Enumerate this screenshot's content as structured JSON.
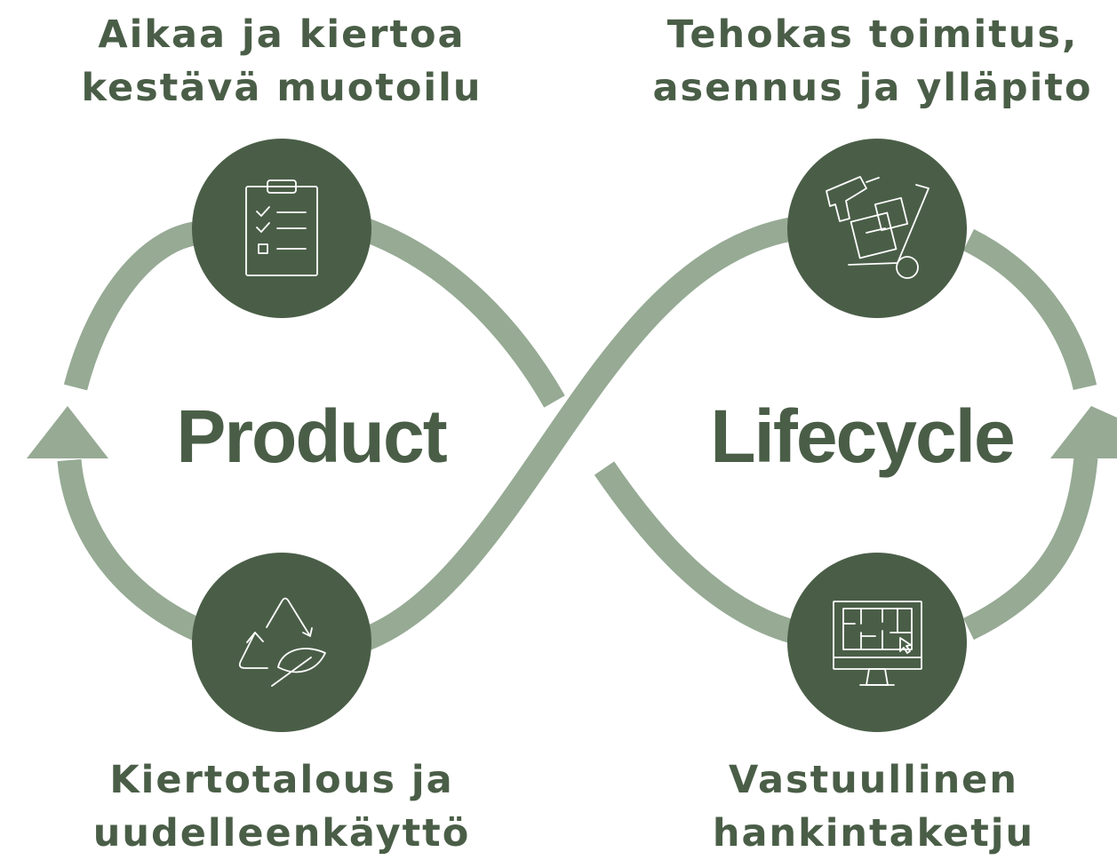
{
  "colors": {
    "ring": "#96aa94",
    "node": "#4a5e47",
    "icon": "#ffffff"
  },
  "center": {
    "left_word": "Product",
    "right_word": "Lifecycle"
  },
  "captions": {
    "top_left": [
      "Aikaa ja kiertoa",
      "kestävä muotoilu"
    ],
    "top_right": [
      "Tehokas toimitus,",
      "asennus ja ylläpito"
    ],
    "bottom_left": [
      "Kiertotalous ja",
      "uudelleenkäyttö"
    ],
    "bottom_right": [
      "Vastuullinen",
      "hankintaketju"
    ]
  },
  "nodes": [
    {
      "name": "design-node",
      "icon": "clipboard-checklist-icon"
    },
    {
      "name": "delivery-node",
      "icon": "drill-handtruck-boxes-icon"
    },
    {
      "name": "circular-node",
      "icon": "recycle-leaf-icon"
    },
    {
      "name": "supply-chain-node",
      "icon": "monitor-floorplan-icon"
    }
  ]
}
